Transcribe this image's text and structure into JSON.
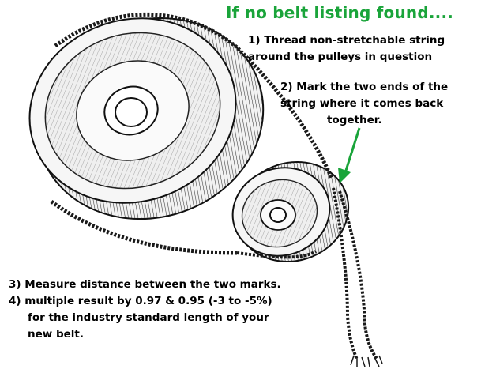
{
  "heading": "If no belt listing found....",
  "steps": {
    "step1": [
      "1) Thread non-stretchable string",
      "around  the pulleys in question"
    ],
    "step2": [
      "2) Mark the two ends of the",
      "string where it comes back",
      "together."
    ],
    "step3": "3) Measure distance between the two marks.",
    "step4": [
      "4) multiple result by 0.97 & 0.95 (-3 to -5%)",
      "for the industry standard length of your",
      "new belt."
    ]
  },
  "colors": {
    "heading": "#1aa43a",
    "arrow": "#1aa43a",
    "ink": "#1a1a1a",
    "rim": "#e8e8e8"
  },
  "illustration": {
    "large_pulley": "large-pulley",
    "small_pulley": "small-pulley",
    "belt_string": "twisted-string",
    "pointer": "green-arrow"
  }
}
